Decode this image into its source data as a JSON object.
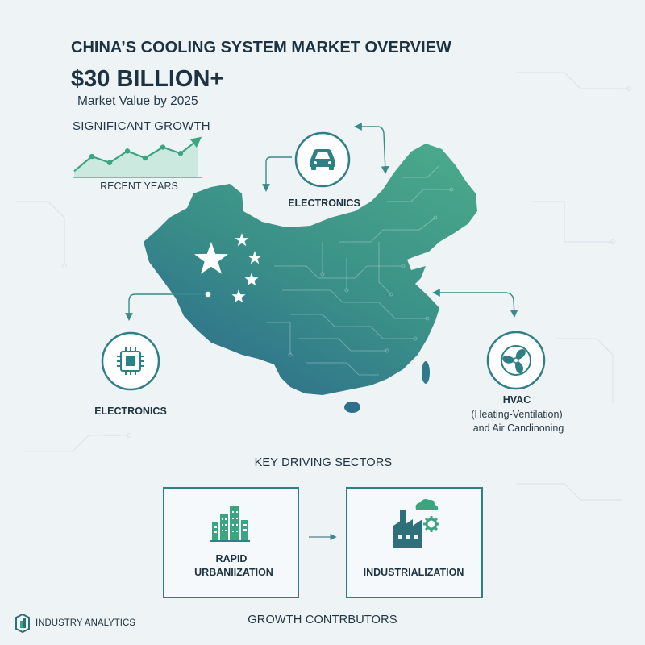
{
  "title": "CHINA’S COOLING SYSTEM MARKET OVERVIEW",
  "headline": {
    "value": "$30 BILLION+",
    "caption": "Market Value by 2025"
  },
  "growth": {
    "label": "SIGNIFICANT GROWTH",
    "axis_label": "RECENT YEARS",
    "trend": [
      8,
      27,
      19,
      34,
      25,
      39,
      31,
      49
    ]
  },
  "map": {
    "sectors": {
      "top": {
        "label": "ELECTRONICS",
        "icon": "car-icon"
      },
      "left": {
        "label": "ELECTRONICS",
        "icon": "chip-icon"
      },
      "right": {
        "label": "HVAC",
        "detail_1": "(Heating-Ventilation)",
        "detail_2": "and Air Candinoning",
        "icon": "fan-icon"
      }
    },
    "flag_icon": "star-icon"
  },
  "key_sectors_label": "KEY DRIVING SECTORS",
  "contributors": {
    "label": "GROWTH CONTRBUTORS",
    "items": [
      {
        "line_1": "RAPID",
        "line_2": "URBANIIZATION",
        "icon": "city-buildings-icon"
      },
      {
        "line_1": "INDUSTRIALIZATION",
        "icon": "factory-icon"
      }
    ]
  },
  "brand": {
    "name": "INDUSTRY ANALYTICS",
    "icon": "industry-analytics-logo-icon"
  },
  "colors": {
    "background": "#eef3f6",
    "accent_teal": "#2f7f86",
    "accent_green": "#3aa57e",
    "map_top": "#4aa98a",
    "map_bottom": "#2d6d8c",
    "text_dark": "#1f3340"
  }
}
